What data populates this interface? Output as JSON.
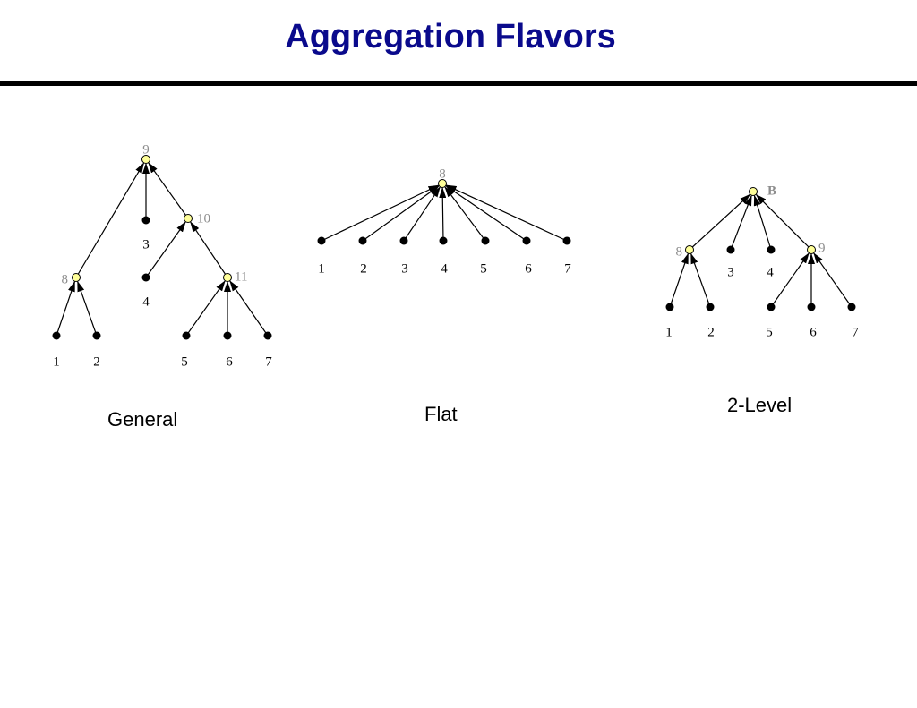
{
  "slide": {
    "title": "Aggregation Flavors",
    "title_color": "#0a0a8c",
    "rule_color": "#000000"
  },
  "colors": {
    "leaf_fill": "#000000",
    "aggregator_fill": "#ffff99",
    "aggregator_stroke": "#000000",
    "aggregator_label": "#8c8c8c",
    "edge": "#000000"
  },
  "diagrams": [
    {
      "id": "general",
      "caption": "General",
      "nodes": [
        {
          "id": "g9",
          "label": "9",
          "kind": "aggregator"
        },
        {
          "id": "g3",
          "label": "3",
          "kind": "leaf"
        },
        {
          "id": "g10",
          "label": "10",
          "kind": "aggregator"
        },
        {
          "id": "g8",
          "label": "8",
          "kind": "aggregator"
        },
        {
          "id": "g4",
          "label": "4",
          "kind": "leaf"
        },
        {
          "id": "g11",
          "label": "11",
          "kind": "aggregator"
        },
        {
          "id": "g1",
          "label": "1",
          "kind": "leaf"
        },
        {
          "id": "g2",
          "label": "2",
          "kind": "leaf"
        },
        {
          "id": "g5",
          "label": "5",
          "kind": "leaf"
        },
        {
          "id": "g6",
          "label": "6",
          "kind": "leaf"
        },
        {
          "id": "g7",
          "label": "7",
          "kind": "leaf"
        }
      ],
      "edges": [
        [
          "g8",
          "g9"
        ],
        [
          "g3",
          "g9"
        ],
        [
          "g10",
          "g9"
        ],
        [
          "g1",
          "g8"
        ],
        [
          "g2",
          "g8"
        ],
        [
          "g4",
          "g10"
        ],
        [
          "g11",
          "g10"
        ],
        [
          "g5",
          "g11"
        ],
        [
          "g6",
          "g11"
        ],
        [
          "g7",
          "g11"
        ]
      ]
    },
    {
      "id": "flat",
      "caption": "Flat",
      "nodes": [
        {
          "id": "f8",
          "label": "8",
          "kind": "aggregator"
        },
        {
          "id": "f1",
          "label": "1",
          "kind": "leaf"
        },
        {
          "id": "f2",
          "label": "2",
          "kind": "leaf"
        },
        {
          "id": "f3",
          "label": "3",
          "kind": "leaf"
        },
        {
          "id": "f4",
          "label": "4",
          "kind": "leaf"
        },
        {
          "id": "f5",
          "label": "5",
          "kind": "leaf"
        },
        {
          "id": "f6",
          "label": "6",
          "kind": "leaf"
        },
        {
          "id": "f7",
          "label": "7",
          "kind": "leaf"
        }
      ],
      "edges": [
        [
          "f1",
          "f8"
        ],
        [
          "f2",
          "f8"
        ],
        [
          "f3",
          "f8"
        ],
        [
          "f4",
          "f8"
        ],
        [
          "f5",
          "f8"
        ],
        [
          "f6",
          "f8"
        ],
        [
          "f7",
          "f8"
        ]
      ]
    },
    {
      "id": "two-level",
      "caption": "2-Level",
      "nodes": [
        {
          "id": "tB",
          "label": "B",
          "kind": "aggregator"
        },
        {
          "id": "t8",
          "label": "8",
          "kind": "aggregator"
        },
        {
          "id": "t3",
          "label": "3",
          "kind": "leaf"
        },
        {
          "id": "t4",
          "label": "4",
          "kind": "leaf"
        },
        {
          "id": "t9",
          "label": "9",
          "kind": "aggregator"
        },
        {
          "id": "t1",
          "label": "1",
          "kind": "leaf"
        },
        {
          "id": "t2",
          "label": "2",
          "kind": "leaf"
        },
        {
          "id": "t5",
          "label": "5",
          "kind": "leaf"
        },
        {
          "id": "t6",
          "label": "6",
          "kind": "leaf"
        },
        {
          "id": "t7",
          "label": "7",
          "kind": "leaf"
        }
      ],
      "edges": [
        [
          "t8",
          "tB"
        ],
        [
          "t3",
          "tB"
        ],
        [
          "t4",
          "tB"
        ],
        [
          "t9",
          "tB"
        ],
        [
          "t1",
          "t8"
        ],
        [
          "t2",
          "t8"
        ],
        [
          "t5",
          "t9"
        ],
        [
          "t6",
          "t9"
        ],
        [
          "t7",
          "t9"
        ]
      ]
    }
  ]
}
